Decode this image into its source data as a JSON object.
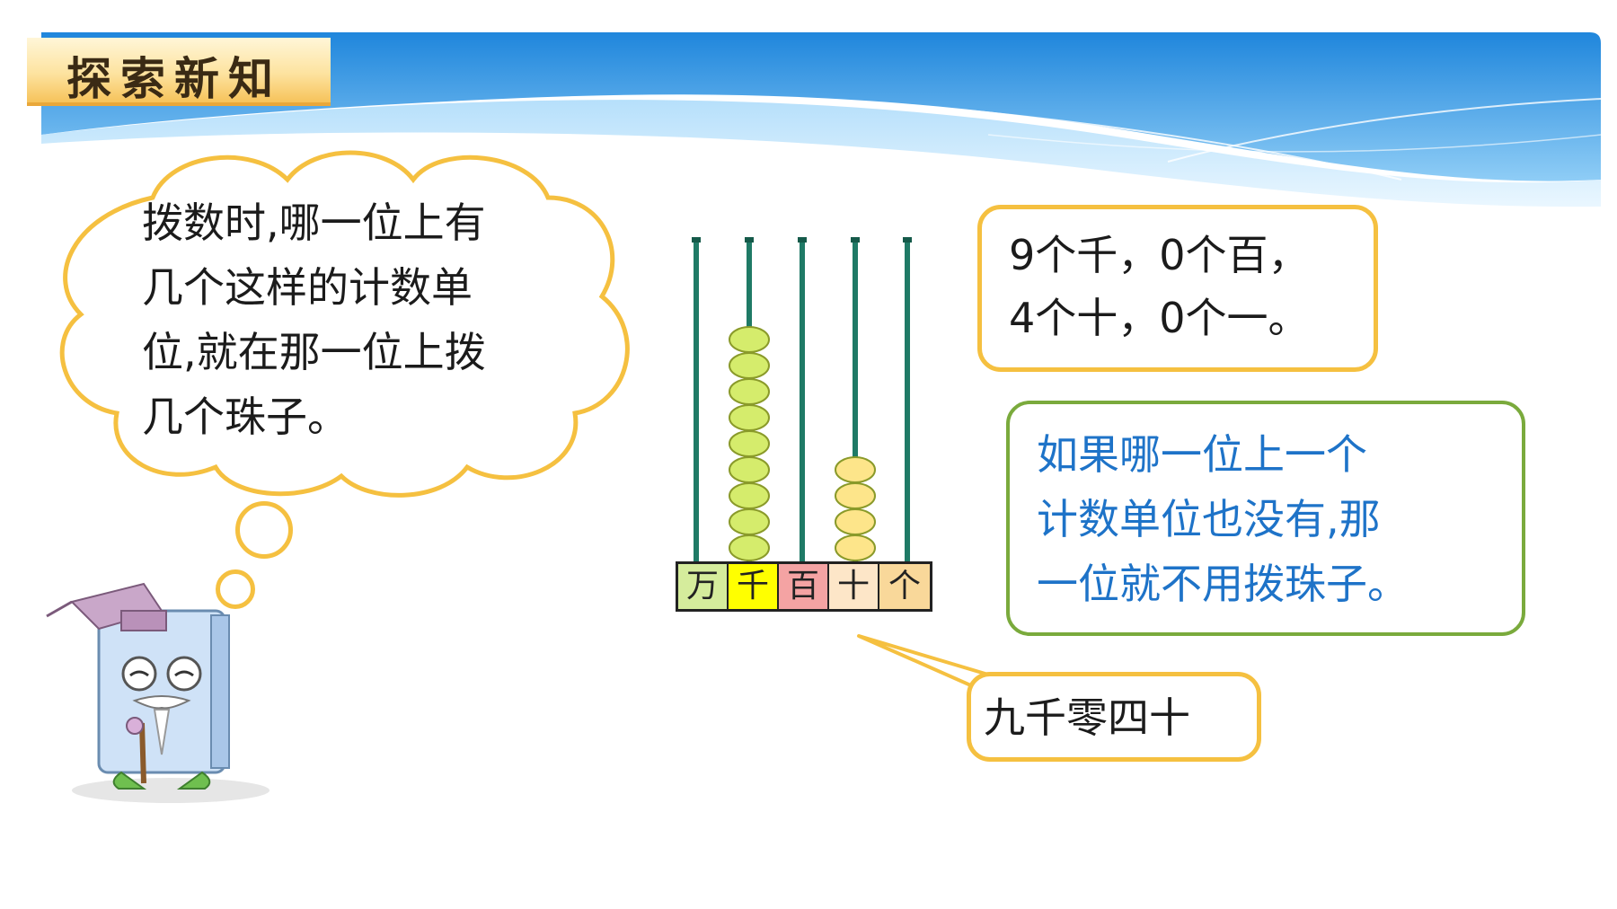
{
  "header": {
    "title": "探索新知"
  },
  "cloud": {
    "lines": [
      "拨数时,哪一位上有",
      "几个这样的计数单",
      "位,就在那一位上拨",
      "几个珠子。"
    ]
  },
  "abacus": {
    "labels": [
      "万",
      "千",
      "百",
      "十",
      "个"
    ],
    "label_colors": [
      "#d5ec9c",
      "#ffff00",
      "#f4a3a3",
      "#fde6c8",
      "#f9d89a"
    ],
    "bead_counts": [
      0,
      9,
      0,
      4,
      0
    ],
    "bead_colors": {
      "thousands": "#d5ec6c",
      "tens": "#fde58a"
    },
    "rod_color": "#1f7a66"
  },
  "place_box": {
    "lines": [
      "9个千，0个百，",
      "4个十，0个一。"
    ]
  },
  "tip_box": {
    "lines": [
      "如果哪一位上一个",
      "计数单位也没有,那",
      "一位就不用拨珠子。"
    ]
  },
  "read_box": {
    "text": "九千零四十"
  },
  "colors": {
    "banner_blue": "#2f8fd8",
    "cloud_border": "#f5c040",
    "tip_border": "#7aaa3c",
    "tip_text": "#1e73c8"
  }
}
